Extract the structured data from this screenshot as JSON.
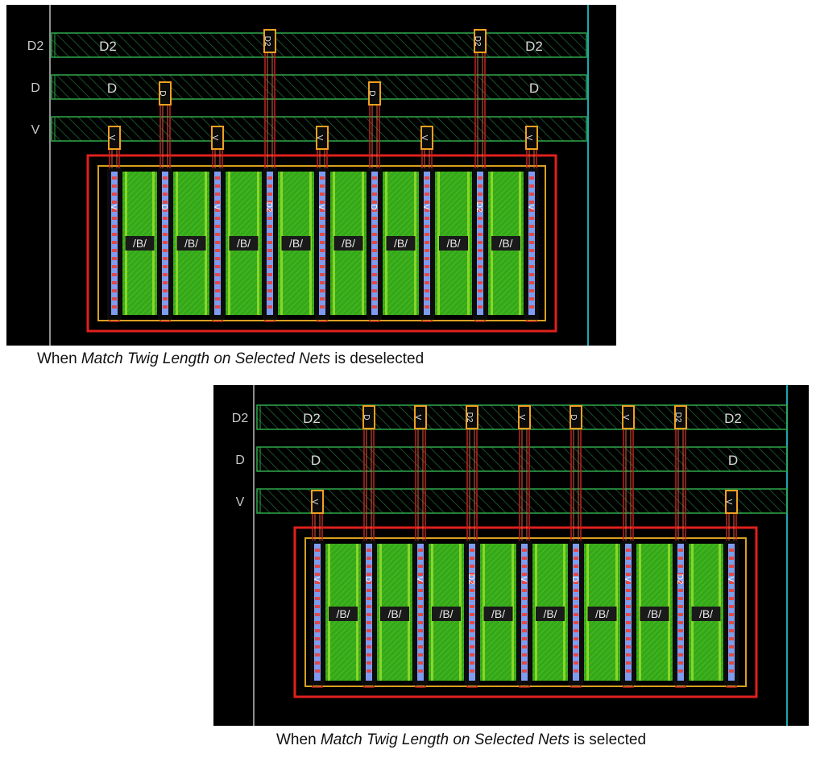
{
  "panels": [
    {
      "id": "deselected",
      "rail_labels": [
        "D2",
        "D",
        "V"
      ],
      "rail_texts": {
        "d2_left": "D2",
        "d2_right": "D2",
        "d_left": "D",
        "d_right": "D"
      },
      "finger_nets": [
        "V",
        "D",
        "V",
        "D2",
        "V",
        "D",
        "V",
        "D2",
        "V"
      ],
      "finger_tag_nets": [
        "V",
        "D",
        "V",
        "D2",
        "V",
        "D",
        "V",
        "D2",
        "V"
      ],
      "gate_label": "/B/",
      "gate_count": 8
    },
    {
      "id": "selected",
      "rail_labels": [
        "D2",
        "D",
        "V"
      ],
      "rail_texts": {
        "d2_left": "D2",
        "d2_right": "D2",
        "d_left": "D",
        "d_right": "D"
      },
      "finger_nets": [
        "V",
        "D",
        "V",
        "D2",
        "V",
        "D",
        "V",
        "D2",
        "V"
      ],
      "finger_tag_nets": [
        "V",
        "D",
        "V",
        "D2",
        "V",
        "D",
        "V",
        "D2",
        "V"
      ],
      "gate_label": "/B/",
      "gate_count": 8
    }
  ],
  "captions": {
    "top": {
      "prefix": "When ",
      "emphasis": "Match Twig Length on Selected Nets",
      "suffix": " is deselected"
    },
    "bottom": {
      "prefix": "When ",
      "emphasis": "Match Twig Length on Selected Nets",
      "suffix": " is selected"
    }
  },
  "colors": {
    "background": "#000000",
    "rail_outline": "#2fa84a",
    "rail_hatch": "#1f7a38",
    "boundary_red": "#e0201c",
    "boundary_orange": "#d9a020",
    "active_green": "#35a81a",
    "poly_green": "#9ee02a",
    "via_blue": "#7f9cf0",
    "strap_red": "#c02420",
    "tag_orange": "#f0a020",
    "cyan_line": "#1aa9b0"
  }
}
